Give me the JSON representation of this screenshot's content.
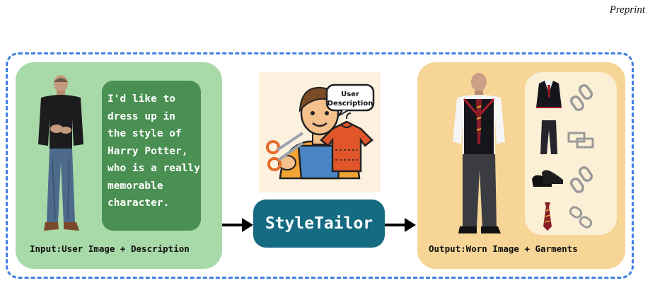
{
  "header": {
    "preprint_label": "Preprint"
  },
  "input_panel": {
    "speech_lines": [
      "I'd like to",
      "dress up in",
      "the style of",
      "Harry Potter,",
      "who is a really",
      "memorable",
      "character."
    ],
    "caption": "Input:User Image + Description"
  },
  "center": {
    "bubble_line1": "User",
    "bubble_line2": "Description",
    "button_label": "StyleTailor"
  },
  "output_panel": {
    "caption": "Output:Worn Image + Garments"
  },
  "colors": {
    "frame": "#3f7fe0",
    "input_panel": "#a8d9a8",
    "speech_box": "#4a9053",
    "brand_button": "#156b82",
    "output_panel": "#f6d596",
    "garment_panel": "#fbf0d6"
  },
  "icons": [
    "person-photo",
    "tailor-illustration",
    "scissors-icon",
    "shirt-icon",
    "arrow-right-icon",
    "vest-icon",
    "trousers-icon",
    "shoes-icon",
    "tie-icon",
    "link-icon",
    "unlink-icon"
  ]
}
